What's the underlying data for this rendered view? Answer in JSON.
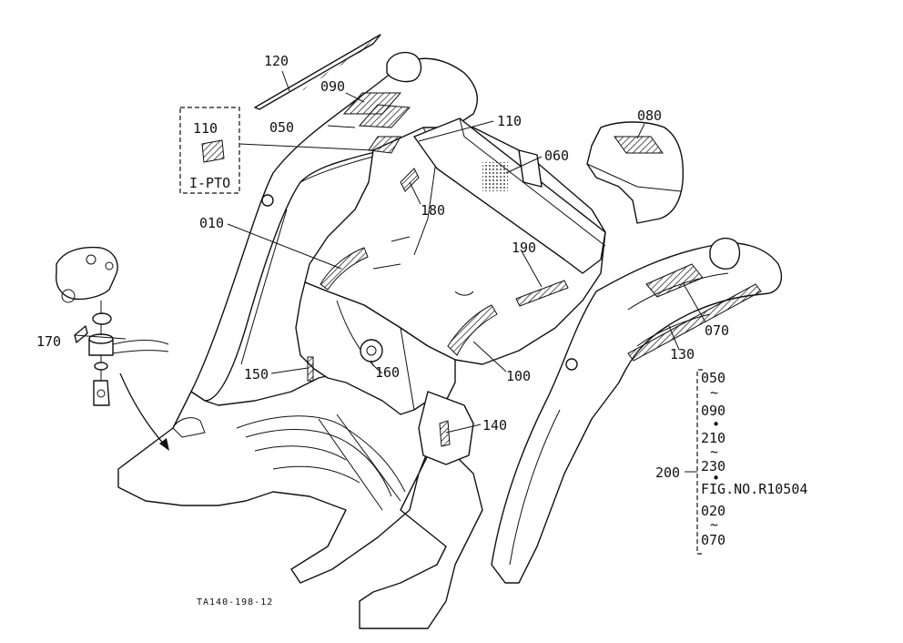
{
  "callouts": {
    "c120": "120",
    "c090": "090",
    "c050": "050",
    "c110a": "110",
    "c110b": "110",
    "c080": "080",
    "c060": "060",
    "c180": "180",
    "c010": "010",
    "c190": "190",
    "c070": "070",
    "c130": "130",
    "c170": "170",
    "c150": "150",
    "c160": "160",
    "c100": "100",
    "c140": "140",
    "c200": "200"
  },
  "inset_label": "I-PTO",
  "range_list": [
    "050",
    "~",
    "090",
    "•",
    "210",
    "~",
    "230",
    "•",
    "FIG.NO.R10504",
    "020",
    "~",
    "070"
  ],
  "drawing_number": "TA140-198-12",
  "colors": {
    "ink": "#111111",
    "paper": "#ffffff"
  }
}
